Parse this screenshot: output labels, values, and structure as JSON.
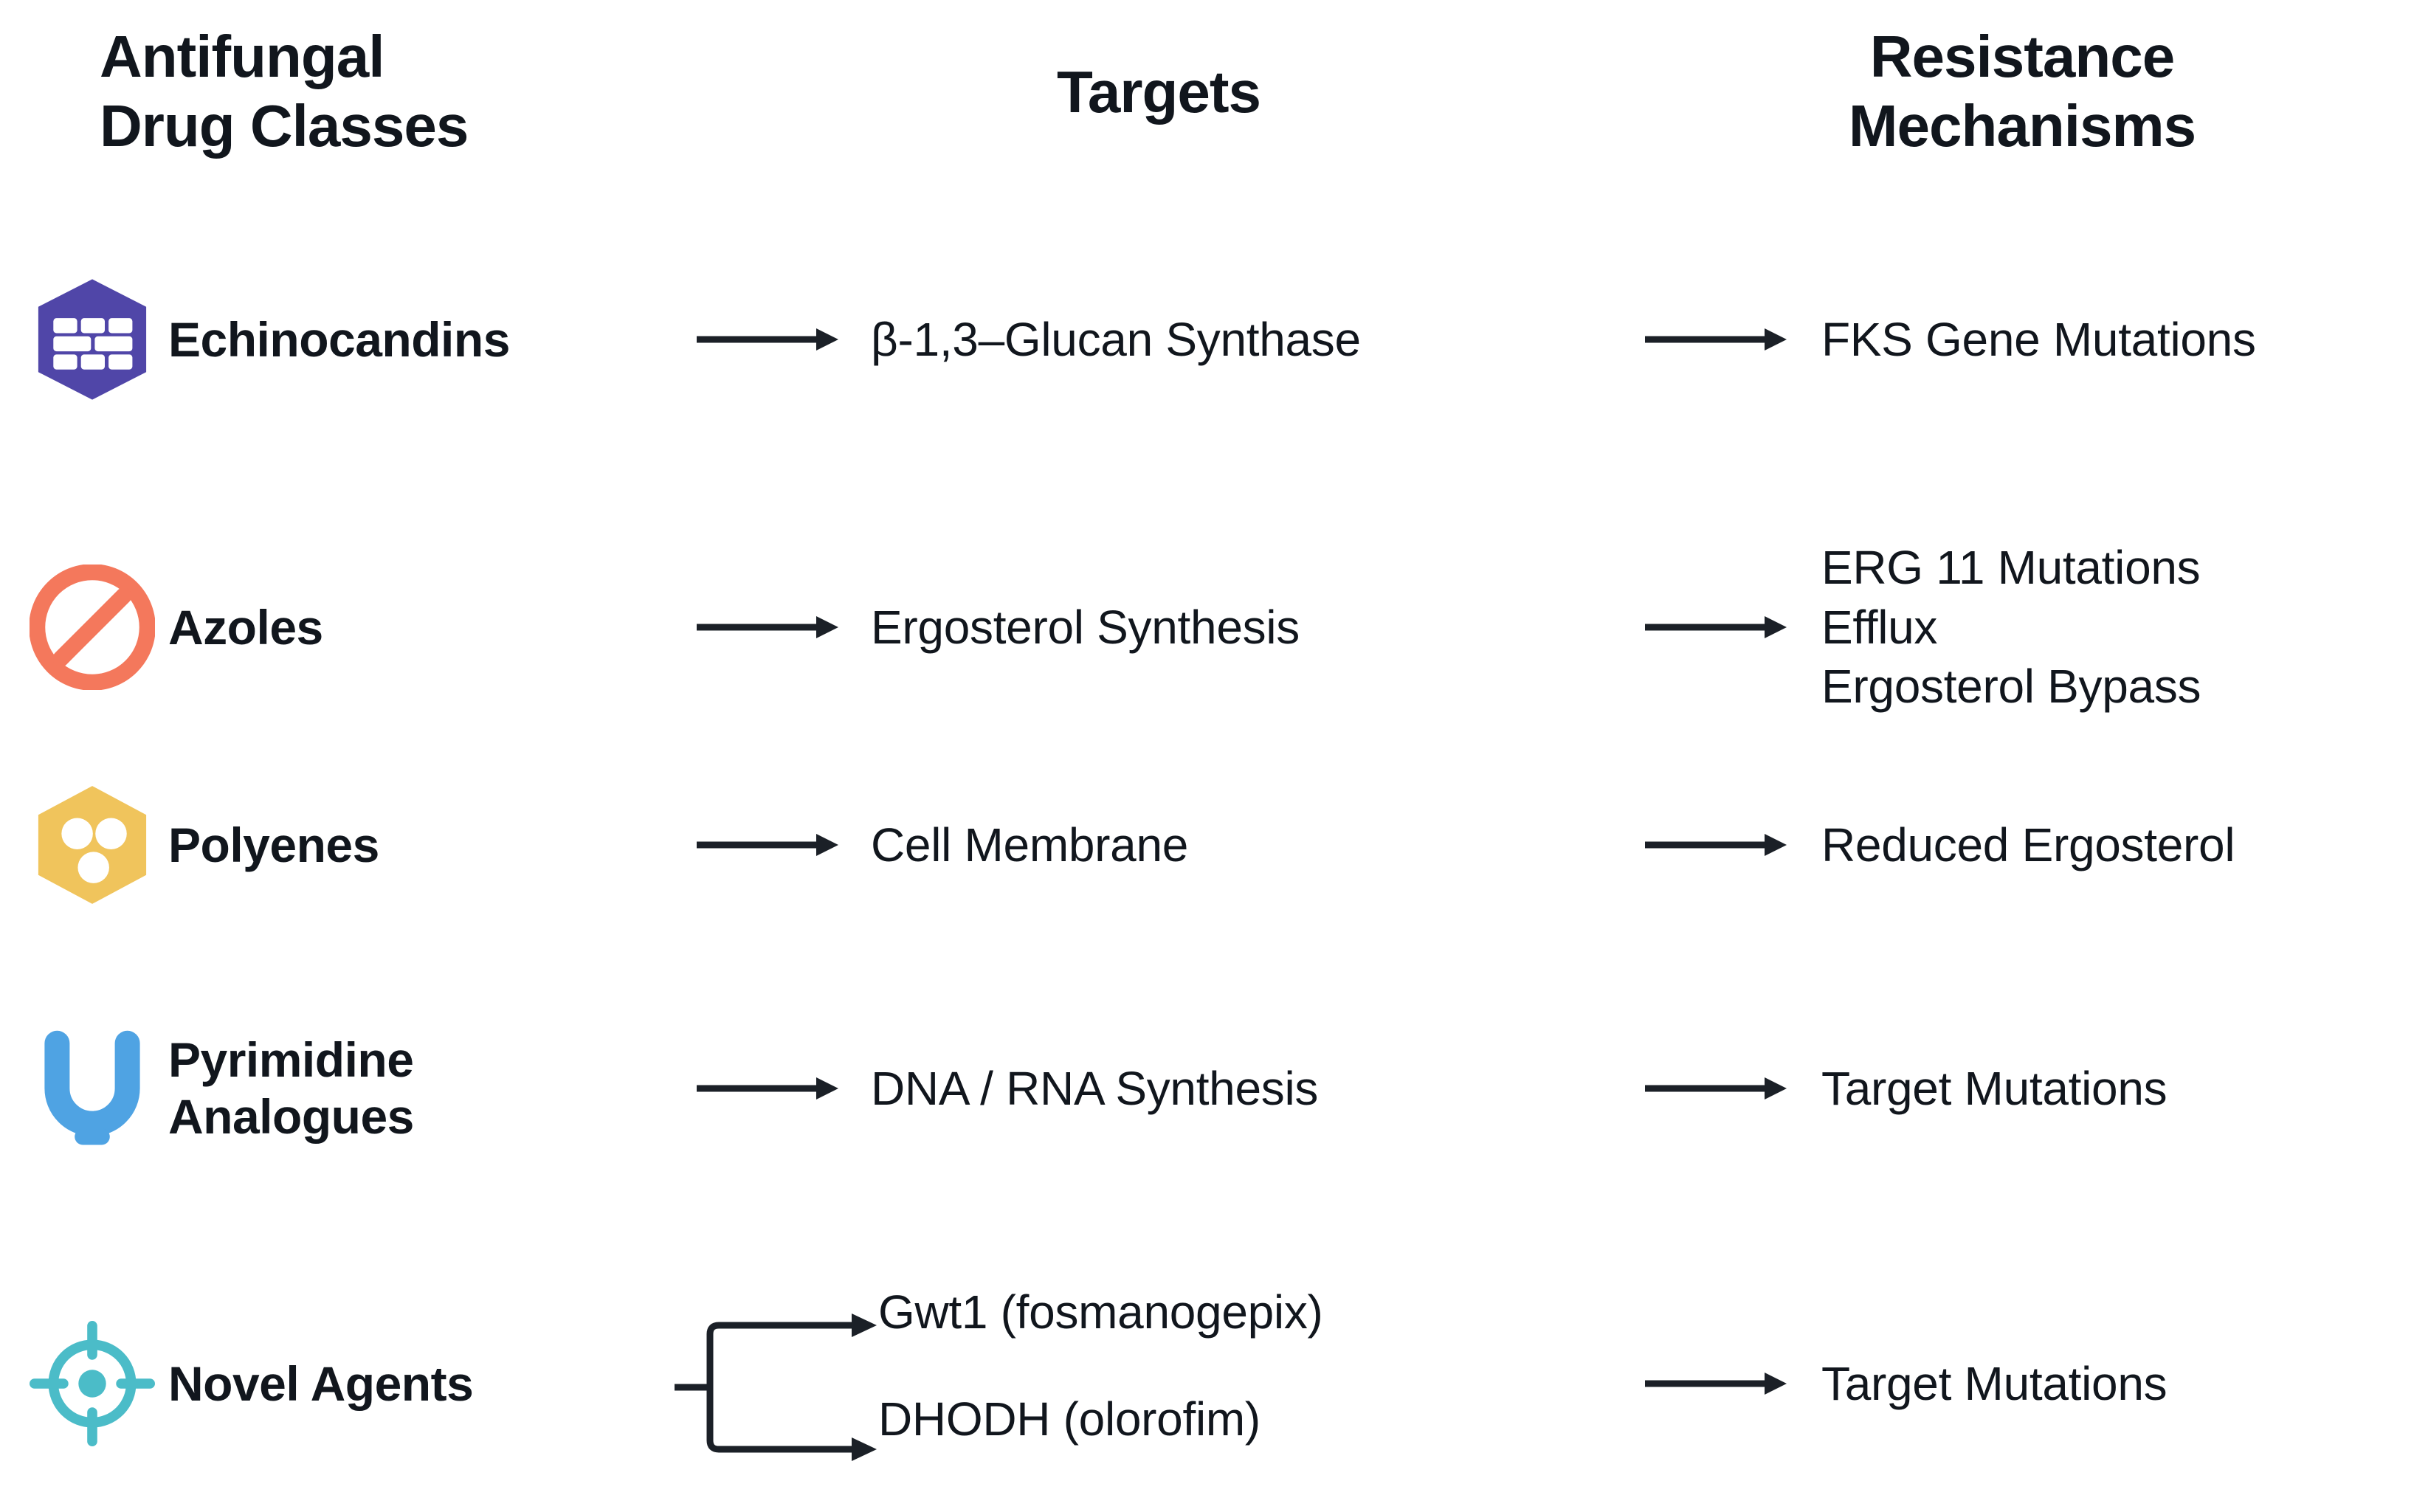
{
  "headers": {
    "drug_classes": [
      "Antifungal",
      "Drug Classes"
    ],
    "targets": [
      "Targets"
    ],
    "resistance": [
      "Resistance",
      "Mechanisms"
    ]
  },
  "colors": {
    "echinocandins_icon": "#5046A8",
    "azoles_icon": "#F4785C",
    "polyenes_icon": "#F0C45C",
    "pyrimidine_icon": "#4FA3E3",
    "novel_icon": "#4BBCC8",
    "text": "#11161d",
    "arrow": "#1b2027",
    "background": "#ffffff"
  },
  "rows": [
    {
      "icon": "brick-hexagon-icon",
      "drug_class": [
        "Echinocandins"
      ],
      "targets": [
        "β-1,3–Glucan Synthase"
      ],
      "resistance": [
        "FKS Gene Mutations"
      ]
    },
    {
      "icon": "prohibition-circle-icon",
      "drug_class": [
        "Azoles"
      ],
      "targets": [
        "Ergosterol Synthesis"
      ],
      "resistance": [
        "ERG 11 Mutations",
        "Efflux",
        "Ergosterol Bypass"
      ]
    },
    {
      "icon": "dotted-hexagon-icon",
      "drug_class": [
        "Polyenes"
      ],
      "targets": [
        "Cell Membrane"
      ],
      "resistance": [
        "Reduced Ergosterol"
      ]
    },
    {
      "icon": "magnet-u-icon",
      "drug_class": [
        "Pyrimidine",
        "Analogues"
      ],
      "targets": [
        "DNA / RNA Synthesis"
      ],
      "resistance": [
        "Target Mutations"
      ]
    },
    {
      "icon": "crosshair-target-icon",
      "drug_class": [
        "Novel Agents"
      ],
      "targets": [
        "Gwt1 (fosmanogepix)",
        "DHODH (olorofim)"
      ],
      "resistance": [
        "Target Mutations"
      ]
    }
  ]
}
